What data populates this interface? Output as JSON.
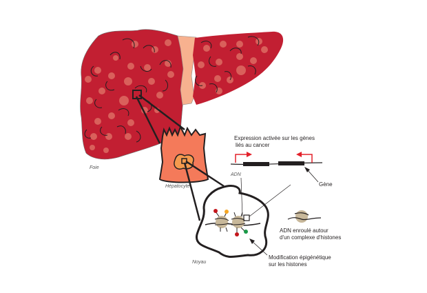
{
  "labels": {
    "liver": "Foie",
    "hepatocyte": "Hépatocyte",
    "nucleus": "Noyau",
    "dna": "ADN",
    "gene": "Gène",
    "expression_line1": "Expression activée sur les gènes",
    "expression_line2": "liés au cancer",
    "nucleosome_line1": "ADN enroulé autour",
    "nucleosome_line2": "d'un complexe d'histones",
    "modification_line1": "Modification épigénétique",
    "modification_line2": "sur les histones"
  },
  "colors": {
    "liver": "#c21f32",
    "liver_spot": "#d9605b",
    "ligament": "#f7b18f",
    "hepatocyte": "#f47a5a",
    "hepatocyte_nucleus": "#f59a4e",
    "histone": "#c8b89a",
    "arrow_red": "#e3202a",
    "mark_red": "#c4161c",
    "mark_orange": "#f5a623",
    "mark_green": "#1a9a48",
    "outline": "#231f20"
  }
}
